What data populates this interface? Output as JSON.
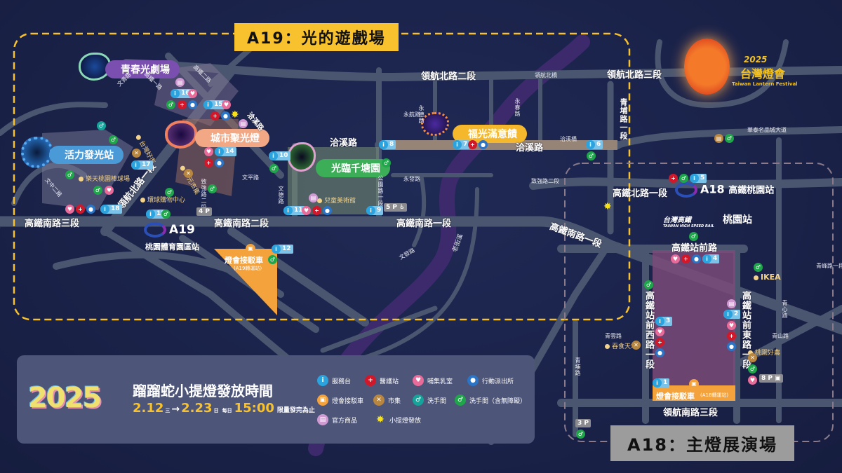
{
  "zones": {
    "a19_title": "A19：光的遊戲場",
    "a18_title": "A18：主燈展演場"
  },
  "logo": {
    "year": "2025",
    "name": "台灣燈會",
    "english": "Taiwan Lantern Festival"
  },
  "areas": {
    "youth_theater": "青春光劇場",
    "vitality_station": "活力發光站",
    "city_lights": "城市聚光燈",
    "lightpark": "光臨千塘園",
    "fortune_drift": "福光滿意饋"
  },
  "roads": {
    "linghang_n2": "領航北路二段",
    "linghang_n3": "領航北路三段",
    "linghang_n1": "領航北路一段",
    "qiaxi_1": "洽溪路",
    "qiaxi_2": "洽溪路",
    "qiaxi_diag": "洽溪路",
    "gaotie_s3": "高鐵南路三段",
    "gaotie_s2": "高鐵南路二段",
    "gaotie_s1": "高鐵南路一段",
    "gaotie_s1_diag": "高鐵南路一段",
    "gaotie_n1": "高鐵北路一段",
    "qingpu_1": "青埔路一段",
    "gaotie_station_rd": "高鐵站前路",
    "gaotie_west": "高鐵站前西路一段",
    "gaotie_east": "高鐵站前東路一段",
    "linghang_s3": "領航南路三段",
    "wenzhi": "文平路",
    "wende": "文德路",
    "wenzhong2": "文中二路",
    "wenqian": "文青路",
    "yongde": "永德路",
    "yongchun": "永春路",
    "yonghang": "永航路",
    "yongfa": "永發路",
    "gongyuan1": "公園路一段",
    "wenfa": "文發路",
    "zhiqiang": "致強路二段",
    "huatai": "華泰名品城大道",
    "qingfeng": "青峰路一段",
    "qingxin": "青心路",
    "qingshan": "青山路",
    "qingwu": "青雲路",
    "qingpu2": "青埔路",
    "laojie": "老街溪",
    "linghang_bridge": "領航北橋",
    "qiaxi_bridge": "洽溪橋",
    "gaotie1": "高鐵一路",
    "gaotie2": "高鐵二路"
  },
  "pois": {
    "rakuten": "樂天桃園棒球場",
    "global_mall": "環球購物中心",
    "children_museum": "兒童美術館",
    "taiwan_good_market": "台灣好市",
    "diverse_market": "多元市集",
    "ikea": "IKEA",
    "tunshi": "吞食天地",
    "taoyuan_good": "桃園好農"
  },
  "stations": {
    "a19_code": "A19",
    "a19_name": "桃園體育園區站",
    "a18_code": "A18",
    "a18_name": "高鐵桃園站",
    "thsr_name": "台灣高鐵",
    "thsr_en": "TAIWAN HIGH SPEED RAIL",
    "thsr_station": "桃園站"
  },
  "shuttles": {
    "a19_label": "燈會接駁車",
    "a19_sub": "(A19轉運站)",
    "a18_label": "燈會接駁車",
    "a18_sub": "(A18轉運站)"
  },
  "service_desks": [
    "1",
    "2",
    "3",
    "4",
    "5",
    "6",
    "7",
    "8",
    "9",
    "10",
    "11",
    "12",
    "13",
    "14",
    "15",
    "16",
    "17",
    "18"
  ],
  "parking": [
    "3",
    "4",
    "5",
    "8"
  ],
  "legend": {
    "year_art": "2025",
    "title": "蹓蹓蛇小提燈發放時間",
    "date_start": "2.12",
    "day_start": "三",
    "arrow": "→",
    "date_end": "2.23",
    "day_end": "日",
    "daily": "每日",
    "time": "15:00",
    "note": "限量發完為止",
    "items": [
      {
        "icon": "info-icon",
        "label": "服務台",
        "color": "#2aa3de"
      },
      {
        "icon": "medical-icon",
        "label": "醫護站",
        "color": "#d0182a"
      },
      {
        "icon": "nursing-room-icon",
        "label": "哺集乳室",
        "color": "#e86b9a"
      },
      {
        "icon": "police-icon",
        "label": "行動派出所",
        "color": "#2b74c6"
      },
      {
        "icon": "shuttle-bus-icon",
        "label": "燈會接駁車",
        "color": "#f4a23c"
      },
      {
        "icon": "market-icon",
        "label": "市集",
        "color": "#b8863f"
      },
      {
        "icon": "restroom-icon",
        "label": "洗手間",
        "color": "#16a39a"
      },
      {
        "icon": "accessible-restroom-icon",
        "label": "洗手間（含無障礙）",
        "color": "#1fa64a"
      },
      {
        "icon": "official-goods-icon",
        "label": "官方商品",
        "color": "#cf9ad2"
      },
      {
        "icon": "lantern-distribution-icon",
        "label": "小提燈發放",
        "color": "#f7e21a"
      }
    ]
  },
  "colors": {
    "background": "#1a2249",
    "road": "#4a5670",
    "a19_border": "#f8c22e",
    "a18_border": "#8a7a8a",
    "river": "#4a2f7a",
    "legend_bg": "#4d5579"
  }
}
